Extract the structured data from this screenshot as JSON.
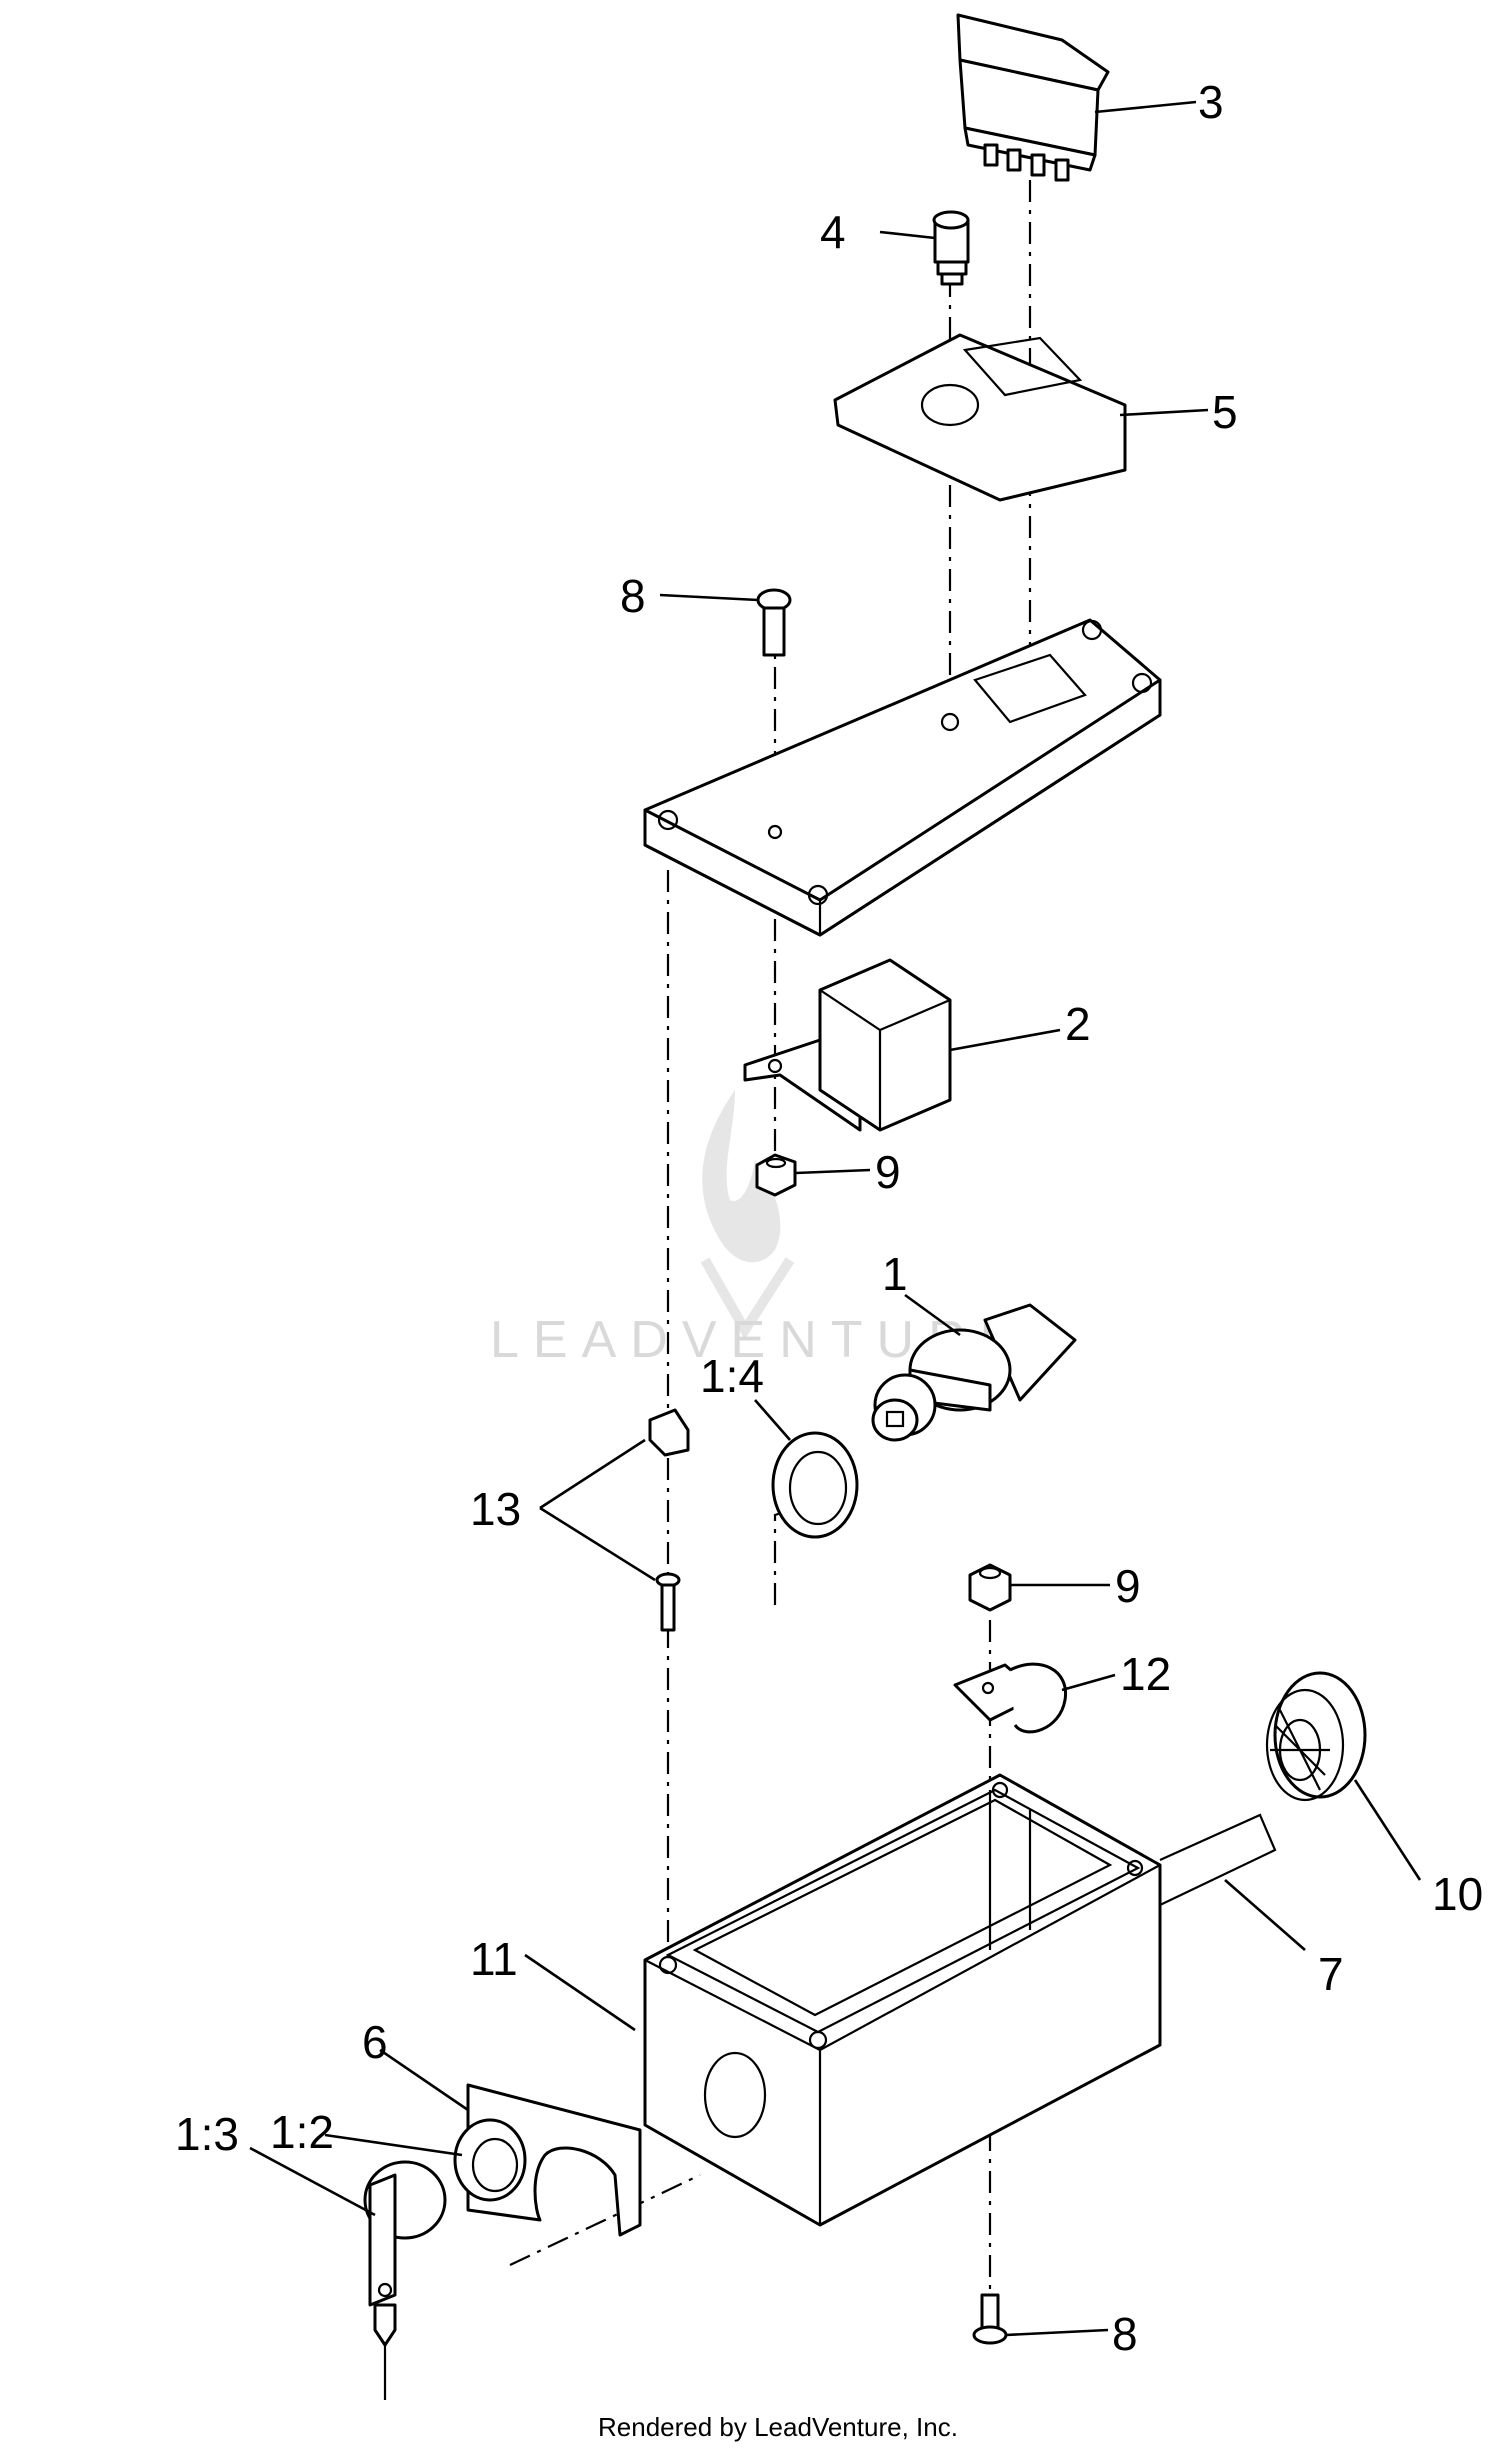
{
  "callouts": [
    {
      "id": "c3",
      "label": "3"
    },
    {
      "id": "c4",
      "label": "4"
    },
    {
      "id": "c5",
      "label": "5"
    },
    {
      "id": "c8a",
      "label": "8"
    },
    {
      "id": "c2",
      "label": "2"
    },
    {
      "id": "c9a",
      "label": "9"
    },
    {
      "id": "c1",
      "label": "1"
    },
    {
      "id": "c1_4",
      "label": "1:4"
    },
    {
      "id": "c13",
      "label": "13"
    },
    {
      "id": "c9b",
      "label": "9"
    },
    {
      "id": "c12",
      "label": "12"
    },
    {
      "id": "c10",
      "label": "10"
    },
    {
      "id": "c7",
      "label": "7"
    },
    {
      "id": "c11",
      "label": "11"
    },
    {
      "id": "c6",
      "label": "6"
    },
    {
      "id": "c1_2",
      "label": "1:2"
    },
    {
      "id": "c1_3",
      "label": "1:3"
    },
    {
      "id": "c8b",
      "label": "8"
    }
  ],
  "watermark": "LEADVENTURE",
  "footer": "Rendered by LeadVenture, Inc."
}
